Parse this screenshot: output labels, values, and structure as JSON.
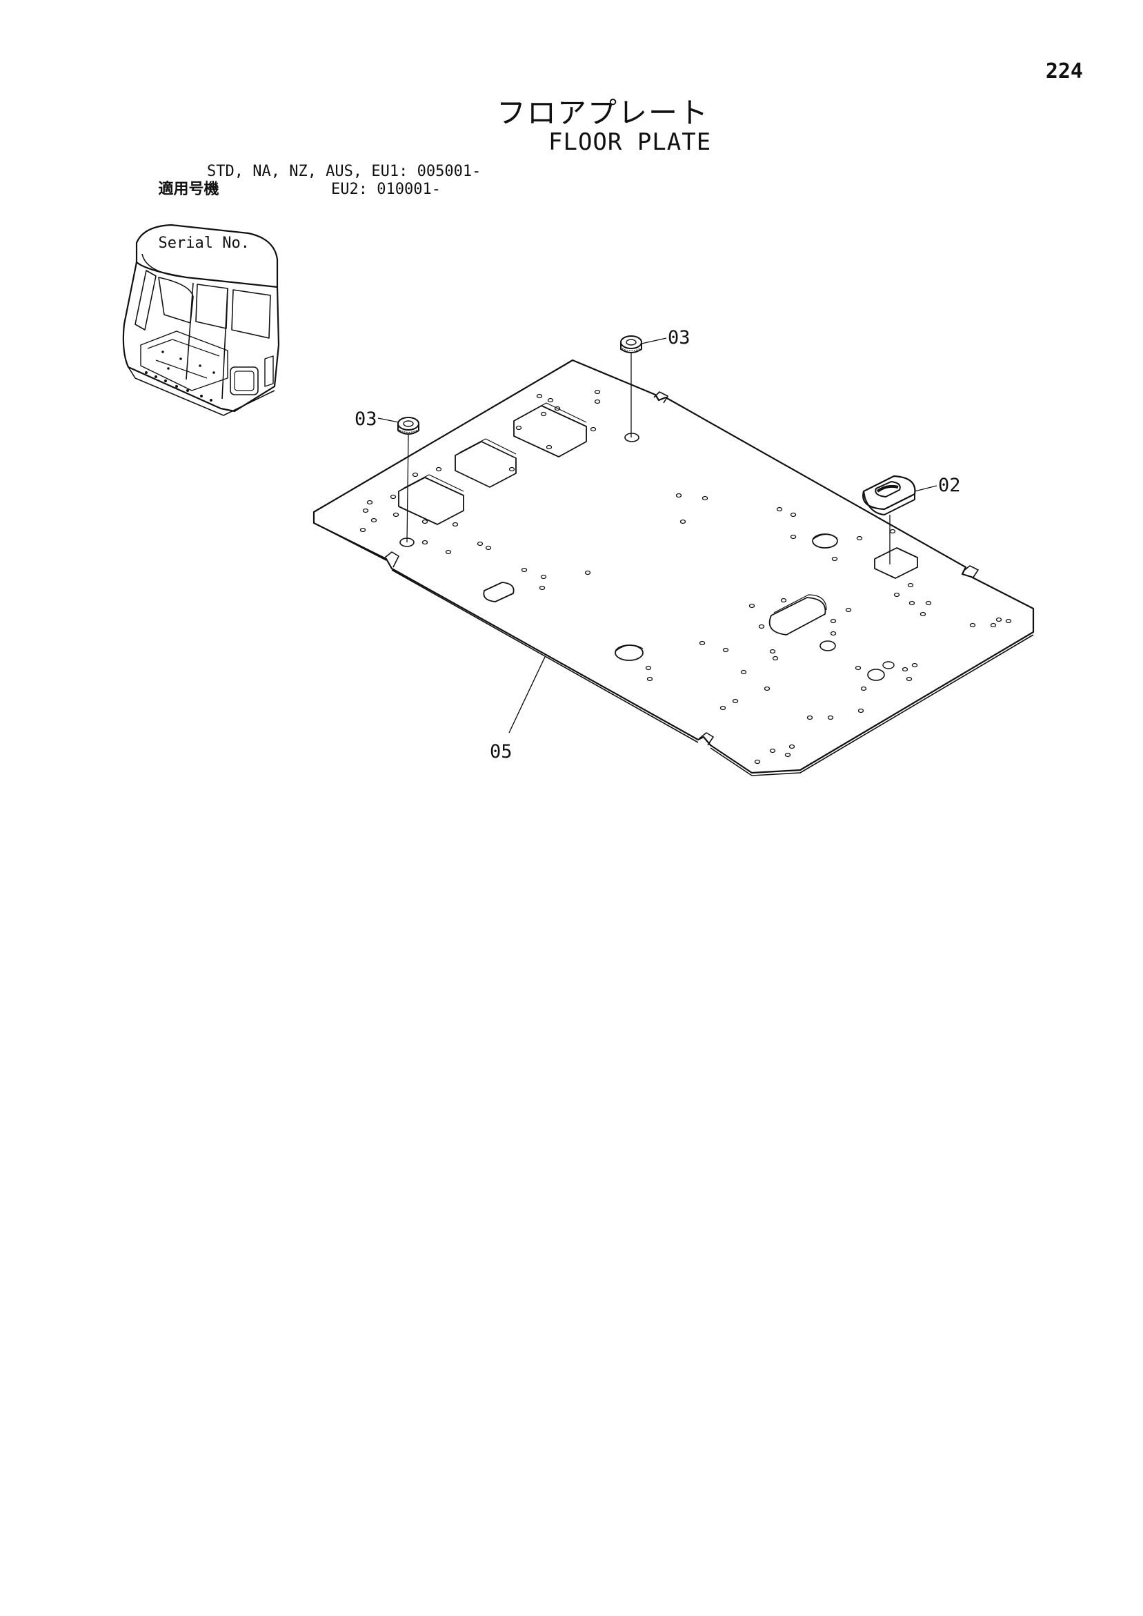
{
  "page_number": "224",
  "title": {
    "japanese": "フロアプレート",
    "english": "FLOOR PLATE"
  },
  "applicability": {
    "label_japanese": "適用号機",
    "label_english": "Serial No.",
    "lines": [
      "STD, NA, NZ, AUS, EU1: 005001-",
      "EU2: 010001-"
    ]
  },
  "callouts": [
    {
      "id": "callout-03-top",
      "label": "03"
    },
    {
      "id": "callout-03-left",
      "label": "03"
    },
    {
      "id": "callout-02",
      "label": "02"
    },
    {
      "id": "callout-05",
      "label": "05"
    }
  ]
}
